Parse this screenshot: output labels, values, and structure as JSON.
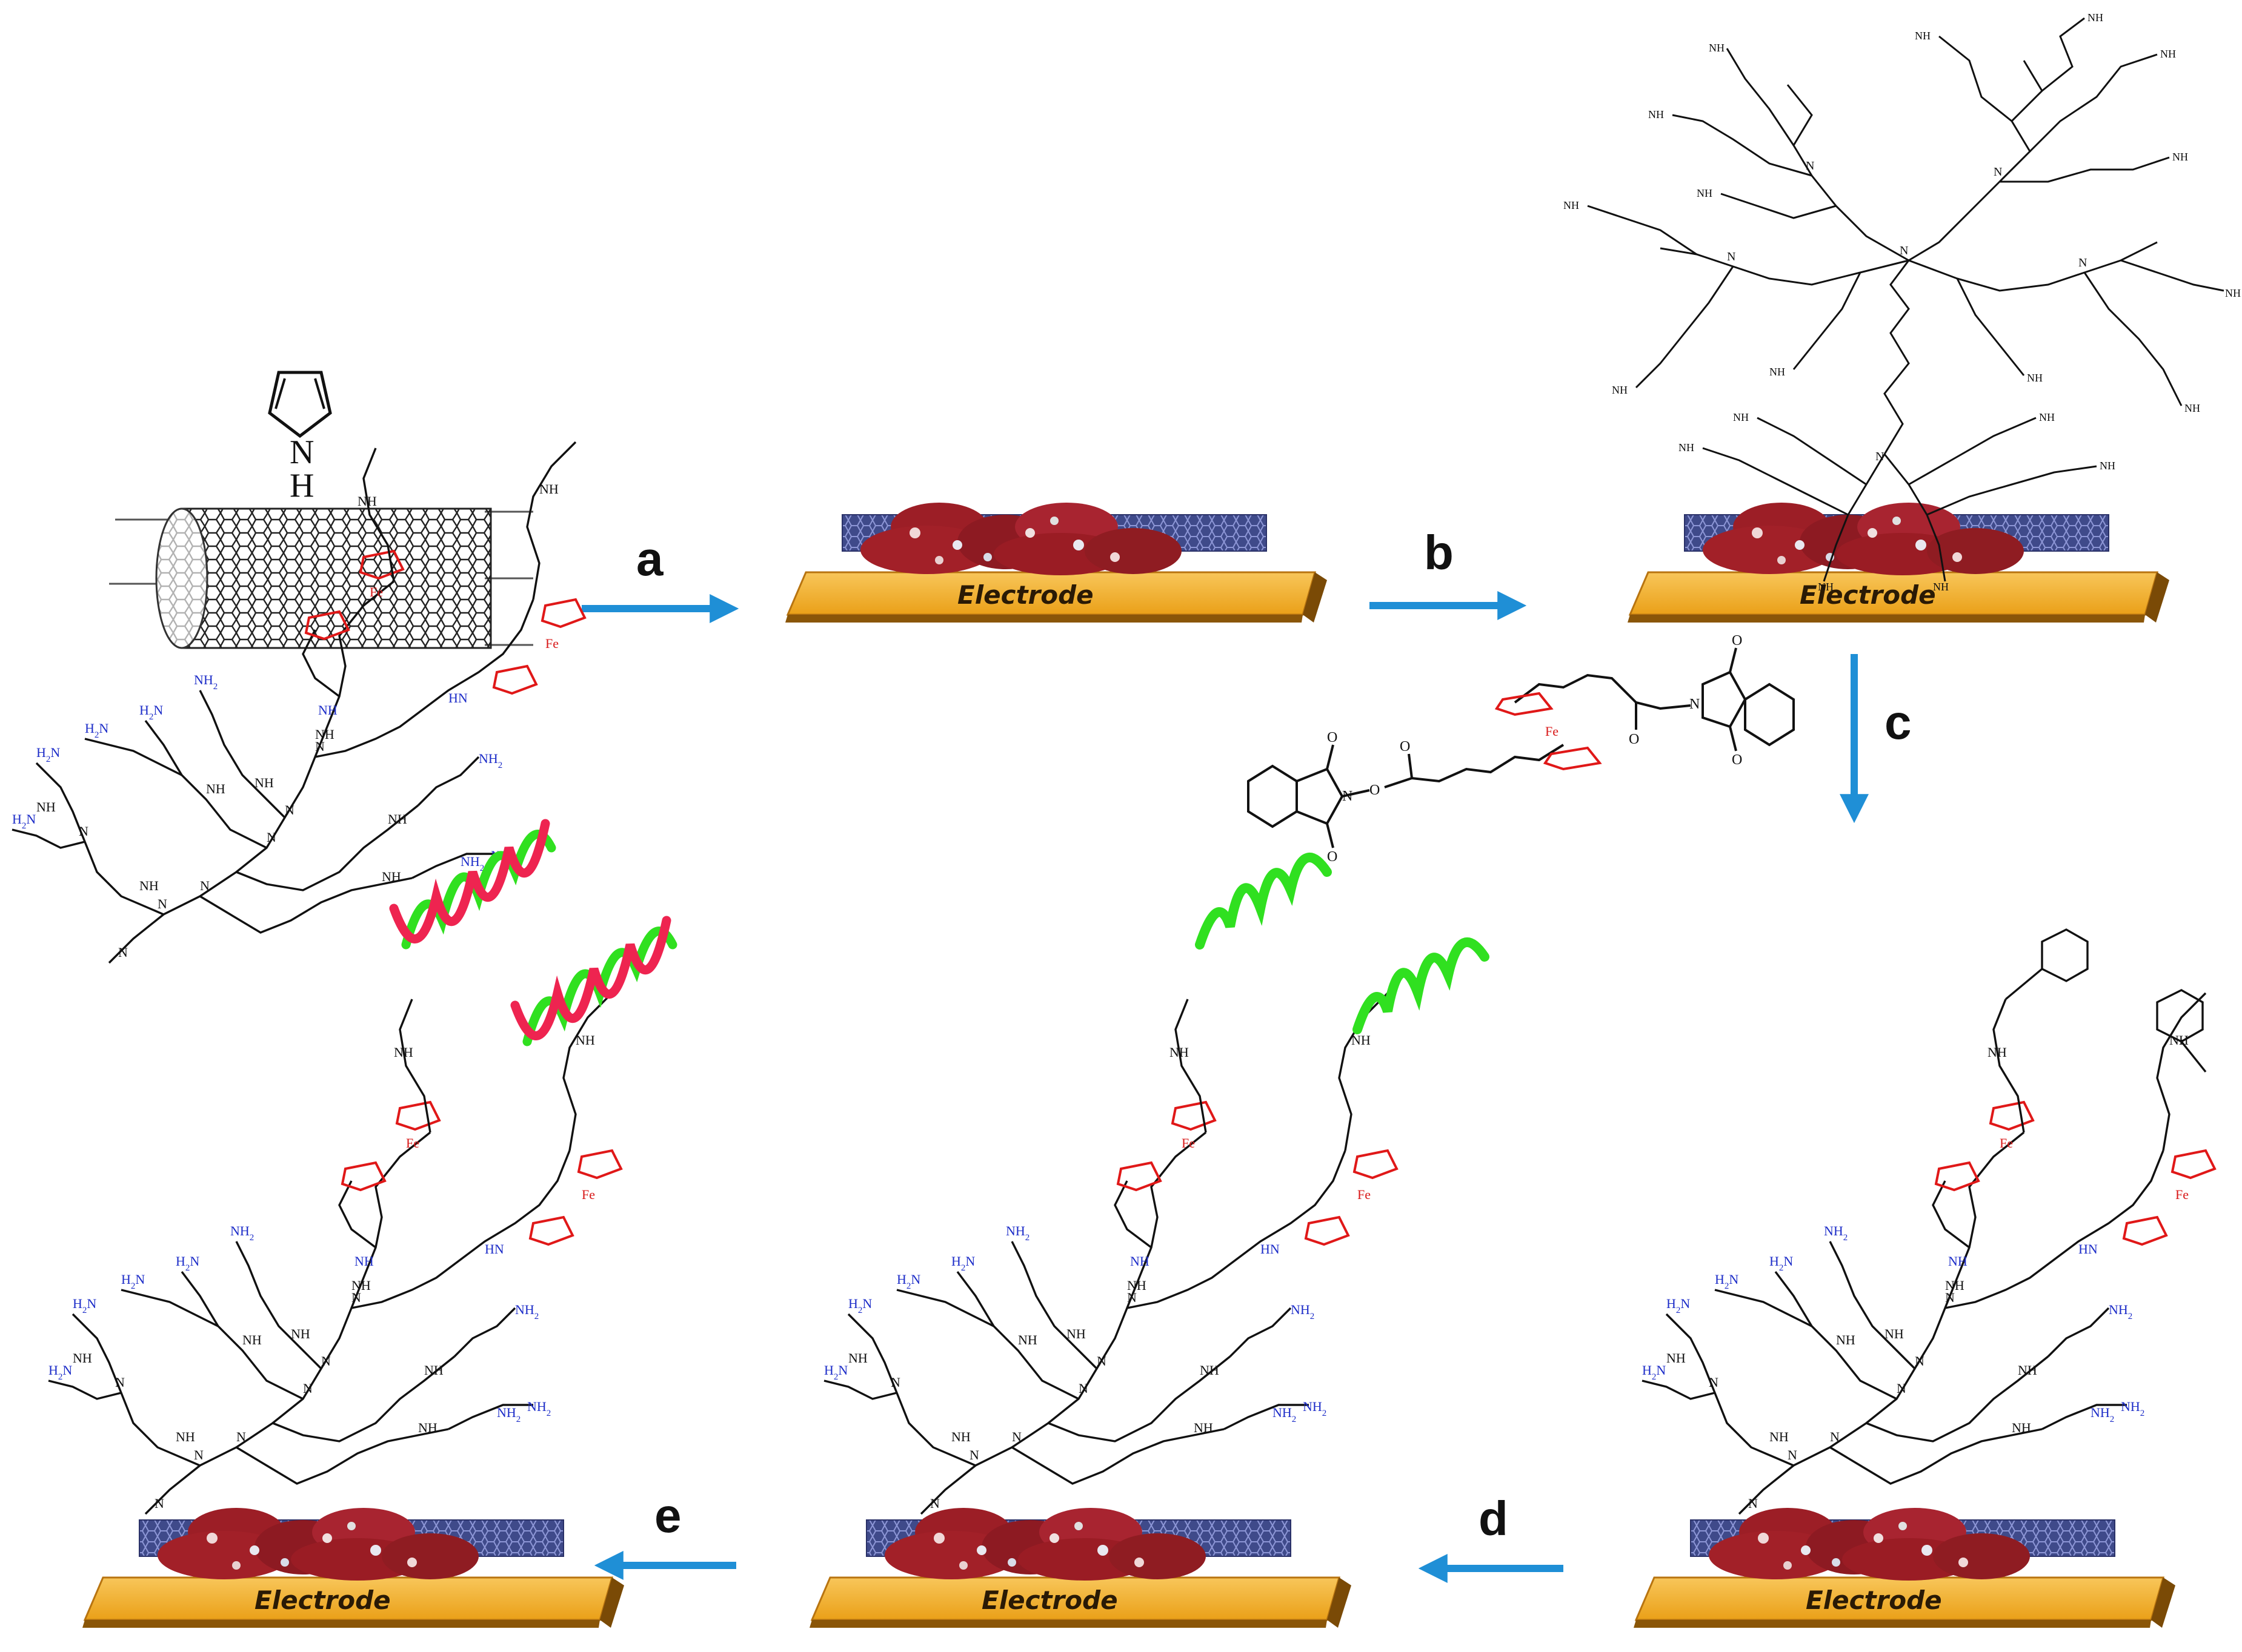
{
  "steps": {
    "a": "a",
    "b": "b",
    "c": "c",
    "d": "d",
    "e": "e"
  },
  "electrode_label": "Electrode",
  "chemistry": {
    "pyrrole_n": "N",
    "pyrrole_h": "H",
    "nh2": "NH",
    "nh2_sub": "2",
    "h2n": "H",
    "h2n_sub": "2",
    "h2n_n": "N",
    "nh": "NH",
    "hn": "HN",
    "fe": "Fe",
    "o": "O",
    "n": "N"
  },
  "colors": {
    "arrow": "#1f8fd6",
    "electrode": "#f0a81e",
    "electrode_edge": "#b87410",
    "nanotube": "#47508e",
    "polymer": "#b0222a",
    "dna_probe": "#30e020",
    "dna_target": "#ee2450",
    "ferrocene": "#e01818",
    "amine": "#1c2cc8"
  }
}
